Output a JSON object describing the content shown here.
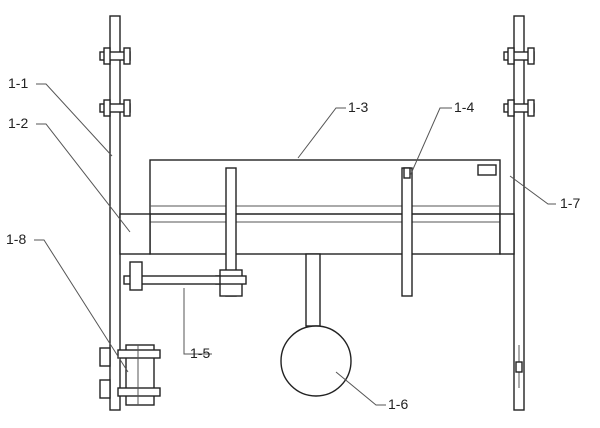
{
  "labels": {
    "l1_1": "1-1",
    "l1_2": "1-2",
    "l1_3": "1-3",
    "l1_4": "1-4",
    "l1_5": "1-5",
    "l1_6": "1-6",
    "l1_7": "1-7",
    "l1_8": "1-8"
  },
  "colors": {
    "line": "#222222",
    "background": "#ffffff"
  }
}
